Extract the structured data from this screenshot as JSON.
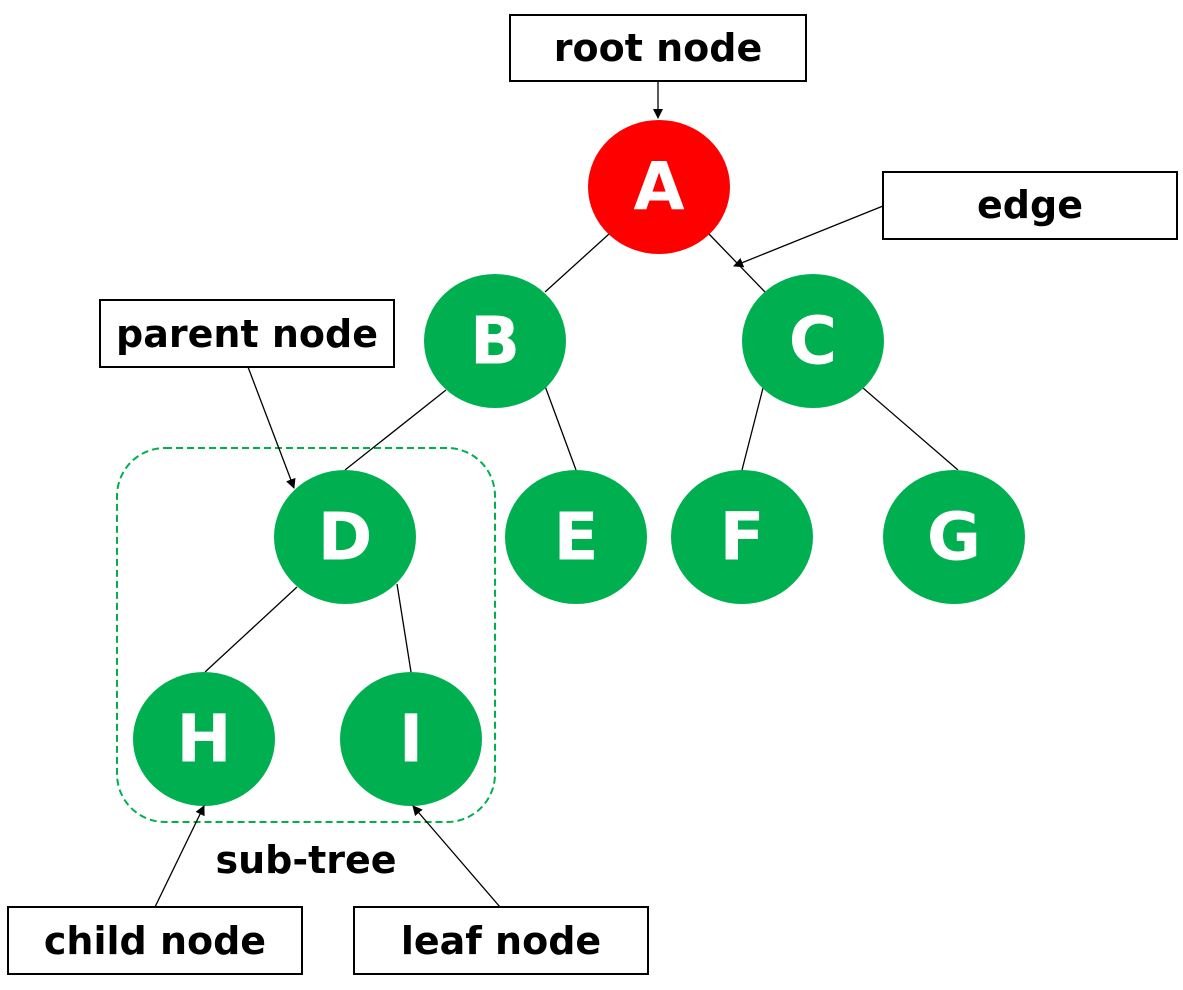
{
  "colors": {
    "root_fill": "#ff0000",
    "node_fill": "#00b050",
    "node_text": "#ffffff",
    "subtree_border": "#00b050"
  },
  "nodes": {
    "A": "A",
    "B": "B",
    "C": "C",
    "D": "D",
    "E": "E",
    "F": "F",
    "G": "G",
    "H": "H",
    "I": "I"
  },
  "labels": {
    "root_node": "root node",
    "edge": "edge",
    "parent_node": "parent node",
    "sub_tree": "sub-tree",
    "child_node": "child node",
    "leaf_node": "leaf node"
  }
}
